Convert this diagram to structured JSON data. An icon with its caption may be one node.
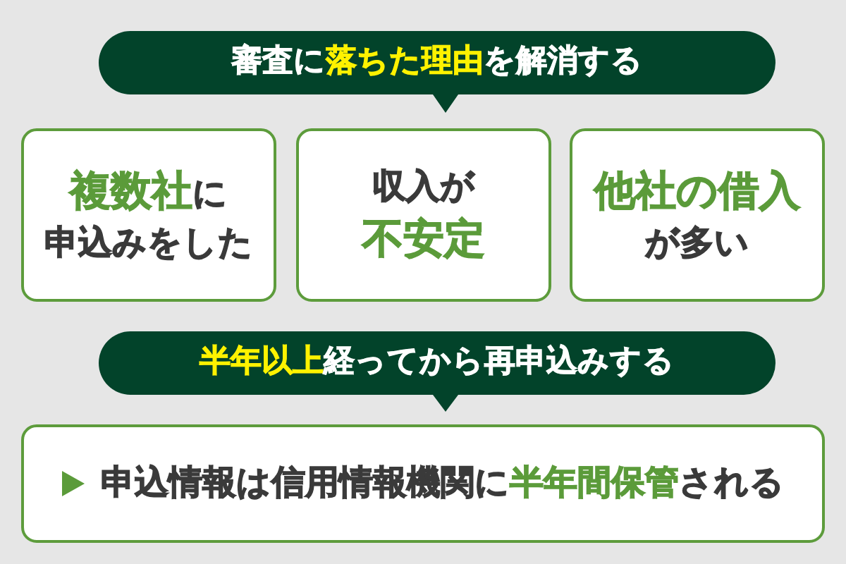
{
  "diagram": {
    "nodes": [
      {
        "text": [
          "審査に**落ちた理由**を解消する"
        ]
      },
      {
        "text": [
          "**複数社**に",
          "申込みをした"
        ]
      },
      {
        "text": [
          "収入が",
          "不安定"
        ]
      },
      {
        "text": [
          "他社の借入",
          "が多い"
        ]
      },
      {
        "text": [
          "**半年以上**経ってから再申込みする"
        ]
      },
      {
        "text": [
          "申込情報は信用情報機関に**半年間保管**される"
        ]
      }
    ]
  }
}
